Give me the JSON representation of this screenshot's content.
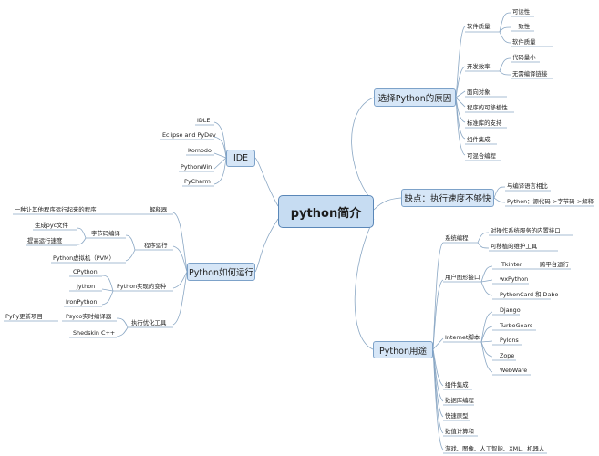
{
  "root": {
    "label": "python简介"
  },
  "reasons": {
    "label": "选择Python的原因",
    "quality": {
      "label": "软件质量",
      "items": [
        "可读性",
        "一致性",
        "软件质量"
      ]
    },
    "efficiency": {
      "label": "开发效率",
      "items": [
        "代码量小",
        "无需编译链接"
      ]
    },
    "items": [
      "面向对象",
      "程序的可移植性",
      "标准库的支持",
      "组件集成",
      "可混合编程"
    ]
  },
  "ide": {
    "label": "IDE",
    "items": [
      "IDLE",
      "Eclipse and PyDev",
      "Komodo",
      "PythonWin",
      "PyCharm"
    ]
  },
  "drawback": {
    "label": "缺点：执行速度不够快",
    "items": [
      "与编译语言相比",
      "Python：源代码->字节码->解释"
    ]
  },
  "running": {
    "label": "Python如何运行",
    "interpreter": {
      "label": "解释器",
      "desc": "一种让其他程序运行起来的程序"
    },
    "program_run": {
      "label": "程序运行",
      "bytecode": {
        "label": "字节码编译",
        "items": [
          "生成pyc文件",
          "提高运行速度"
        ]
      },
      "pvm": "Python虚拟机（PVM）"
    },
    "variants": {
      "label": "Python实现的变种",
      "items": [
        "CPython",
        "Jython",
        "IronPython"
      ]
    },
    "optimize": {
      "label": "执行优化工具",
      "psyco": "Psyco实时编译器",
      "pypy": "PyPy更新项目",
      "shedskin": "Shedskin C++"
    }
  },
  "uses": {
    "label": "Python用途",
    "system": {
      "label": "系统编程",
      "items": [
        "对操作系统服务的内置接口",
        "可移植的维护工具"
      ]
    },
    "gui": {
      "label": "用户图形接口",
      "tkinter": "Tkinter",
      "cross": "跨平台运行",
      "items": [
        "wxPython",
        "PythonCard 和 Dabo"
      ]
    },
    "internet": {
      "label": "Internet脚本",
      "items": [
        "Django",
        "TurboGears",
        "Pylons",
        "Zope",
        "WebWare"
      ]
    },
    "items": [
      "组件集成",
      "数据库编程",
      "快速原型",
      "数值计算和",
      "游戏、图像、人工智能、XML、机器人"
    ]
  },
  "colors": {
    "node_fill": "#d6e6f7",
    "node_border": "#7da2c9",
    "root_fill": "#c6dcf2",
    "line": "#8aa7c4"
  }
}
